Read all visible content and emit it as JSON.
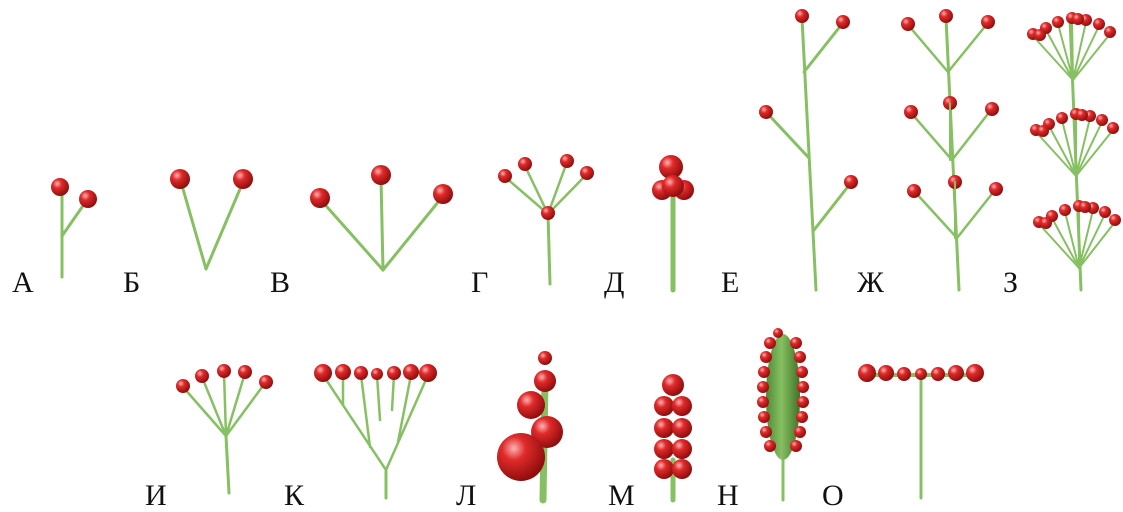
{
  "labels": [
    "А",
    "Б",
    "В",
    "Г",
    "Д",
    "Е",
    "Ж",
    "З",
    "И",
    "К",
    "Л",
    "М",
    "Н",
    "О"
  ],
  "colors": {
    "stem": "#86c062",
    "stem_dark": "#5f9a43",
    "flower": "#e02a2a",
    "flower_dark": "#8e0d0d",
    "flower_highlight": "#ffb3b3",
    "label": "#111111",
    "background": "#ffffff"
  }
}
